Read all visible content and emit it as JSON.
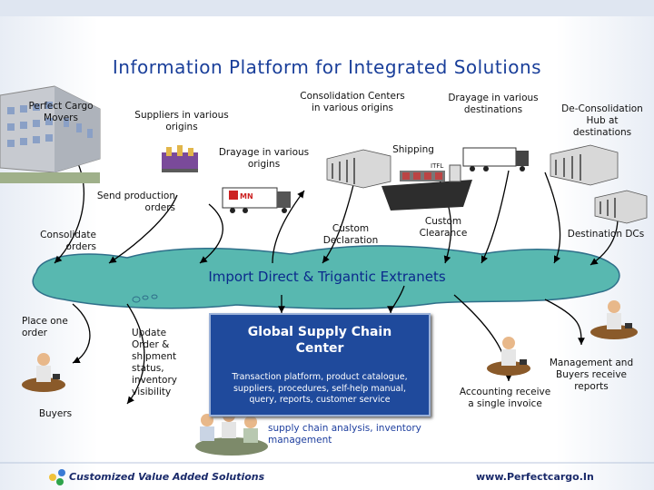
{
  "title": "Information Platform for Integrated Solutions",
  "nodes": {
    "perfect_cargo_movers": "Perfect Cargo\nMovers",
    "suppliers": "Suppliers in various\norigins",
    "consolidation_centers": "Consolidation Centers\nin various origins",
    "drayage_destinations": "Drayage in various\ndestinations",
    "deconsolidation_hub": "De-Consolidation\nHub at\ndestinations",
    "shipping": "Shipping",
    "drayage_origins": "Drayage in various\norigins",
    "send_production_orders": "Send production\norders",
    "consolidate_orders": "Consolidate\norders",
    "custom_declaration": "Custom\nDeclaration",
    "custom_clearance": "Custom\nClearance",
    "destination_dcs": "Destination DCs",
    "place_one_order": "Place one\norder",
    "update_order": "Update\nOrder &\nshipment\nstatus,\ninventory\nvisibility",
    "buyers": "Buyers",
    "management_buyers": "Management and\nBuyers receive\nreports",
    "accounting": "Accounting receive\na single invoice"
  },
  "banner": "Import Direct & Trigantic Extranets",
  "center": {
    "title": "Global Supply Chain\nCenter",
    "subtitle": "Transaction platform, product catalogue,\nsuppliers, procedures, self-help manual,\nquery, reports, customer service"
  },
  "analysis_note": "supply chain analysis, inventory\nmanagement",
  "footer": {
    "left": "Customized Value Added Solutions",
    "right": "www.Perfectcargo.In"
  },
  "truck_brand": "MN",
  "ship_label": "ITFL",
  "colors": {
    "title": "#1a3f9a",
    "banner_fill": "#58b8b0",
    "center_box": "#1f4a9c",
    "note_text": "#1d3e9e"
  }
}
